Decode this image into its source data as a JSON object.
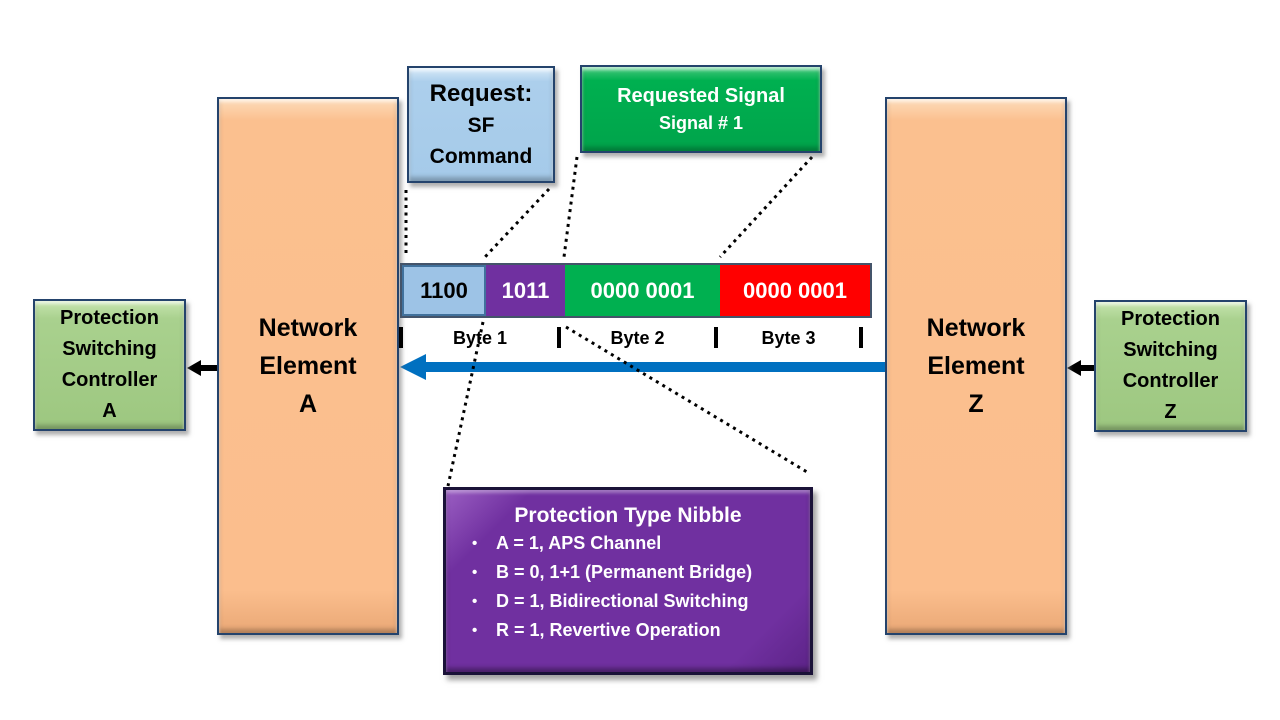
{
  "boxes": {
    "psc_a": {
      "lines": [
        "Protection",
        "Switching",
        "Controller",
        "A"
      ]
    },
    "ne_a": {
      "lines": [
        "Network",
        "Element",
        "A"
      ]
    },
    "ne_z": {
      "lines": [
        "Network",
        "Element",
        "Z"
      ]
    },
    "psc_z": {
      "lines": [
        "Protection",
        "Switching",
        "Controller",
        "Z"
      ]
    },
    "request": {
      "lines": [
        "Request:",
        "SF",
        "Command"
      ]
    },
    "requested_signal": {
      "lines": [
        "Requested Signal",
        "Signal # 1"
      ]
    },
    "protection_type": {
      "title": "Protection Type Nibble",
      "items": [
        "A = 1, APS Channel",
        "B = 0, 1+1 (Permanent Bridge)",
        "D = 1, Bidirectional Switching",
        "R = 1, Revertive Operation"
      ]
    }
  },
  "aps_bar": {
    "segments": [
      {
        "bits": "1100",
        "fill": "#9DC3E6",
        "text": "#000000"
      },
      {
        "bits": "1011",
        "fill": "#7030A0",
        "text": "#FFFFFF"
      },
      {
        "bits": "0000 0001",
        "fill": "#00B050",
        "text": "#FFFFFF"
      },
      {
        "bits": "0000 0001",
        "fill": "#FF0000",
        "text": "#FFFFFF"
      }
    ],
    "byte_labels": [
      "Byte 1",
      "Byte 2",
      "Byte 3"
    ]
  },
  "colors": {
    "network_element_fill": "#FBBE8D",
    "controller_fill": "#A9D18E",
    "request_fill": "#A5CAE9",
    "requested_signal_fill": "#00B050",
    "protection_type_fill": "#7030A0",
    "box_border": "#24436C",
    "flow_arrow": "#0070C0",
    "controller_arrow": "#000000",
    "dotted_line": "#000000"
  }
}
